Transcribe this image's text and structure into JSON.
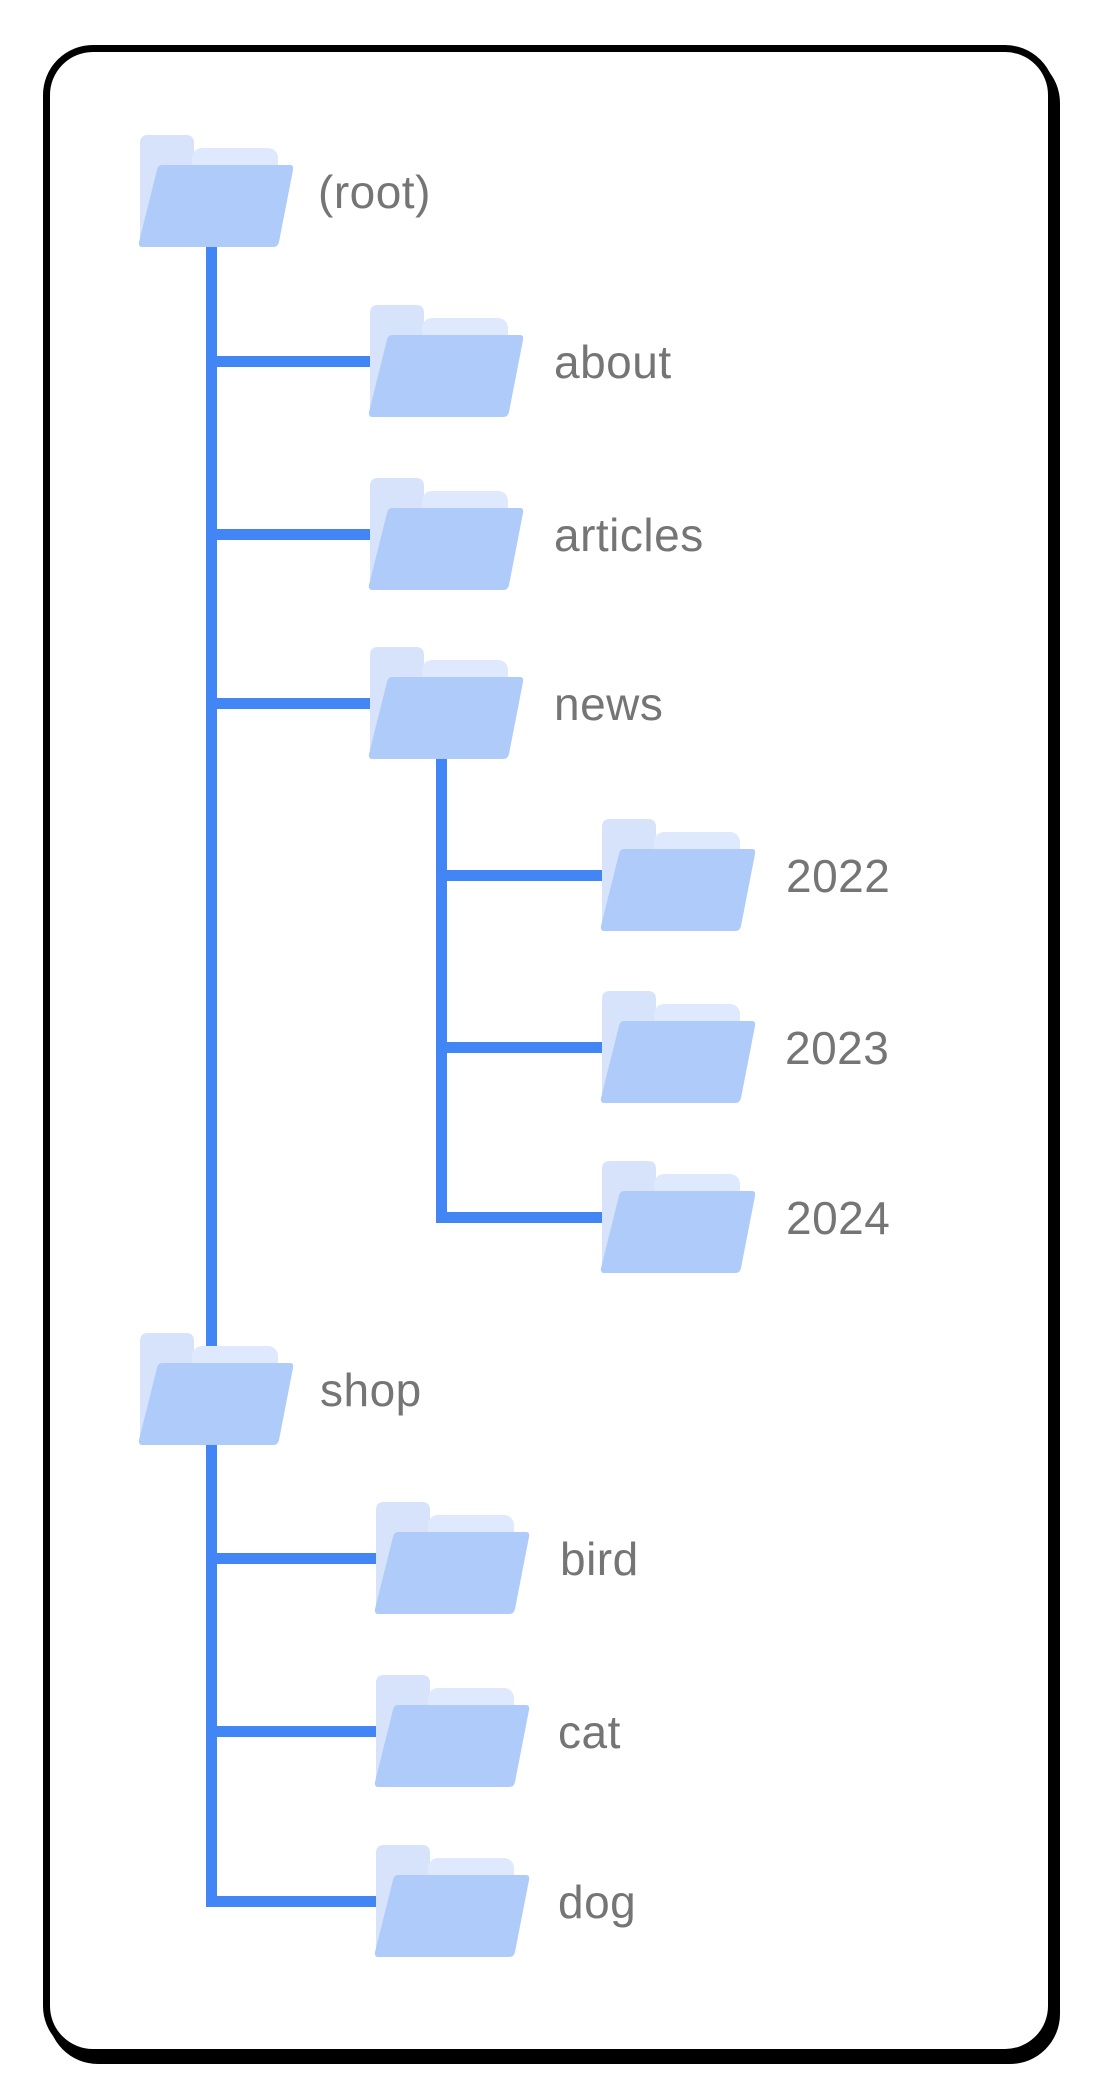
{
  "diagram": {
    "kind": "folder-hierarchy-tree",
    "card": {
      "background": "#ffffff",
      "border_color": "#000000"
    },
    "connector_color": "#4285f4",
    "label_color": "#757575",
    "folder_icon_colors": {
      "front": "#aecbfa",
      "flap": "#dfe9fd",
      "back": "#d7e2fb"
    },
    "tree": {
      "nodes": [
        {
          "label": "(root)",
          "parent": null
        },
        {
          "label": "about",
          "parent": "(root)"
        },
        {
          "label": "articles",
          "parent": "(root)"
        },
        {
          "label": "news",
          "parent": "(root)"
        },
        {
          "label": "2022",
          "parent": "news"
        },
        {
          "label": "2023",
          "parent": "news"
        },
        {
          "label": "2024",
          "parent": "news"
        },
        {
          "label": "shop",
          "parent": "(root)"
        },
        {
          "label": "bird",
          "parent": "shop"
        },
        {
          "label": "cat",
          "parent": "shop"
        },
        {
          "label": "dog",
          "parent": "shop"
        }
      ]
    }
  }
}
